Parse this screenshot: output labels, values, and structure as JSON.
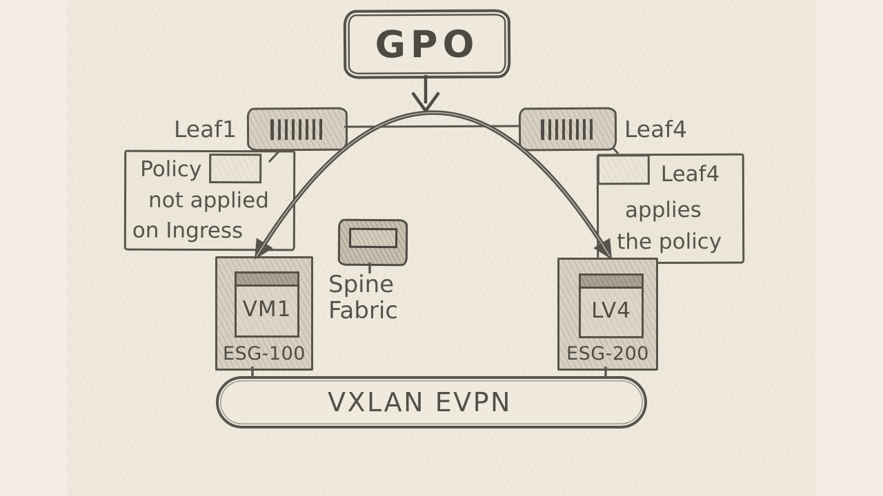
{
  "diagram": {
    "gpo": {
      "label": "GPO"
    },
    "leaf1": {
      "label": "Leaf1"
    },
    "leaf4": {
      "label": "Leaf4"
    },
    "left_note": {
      "lines": [
        "Policy",
        "not applied",
        "on Ingress"
      ]
    },
    "right_note": {
      "lines": [
        "Leaf4",
        "applies",
        "the policy"
      ]
    },
    "spine": {
      "line1": "Spine",
      "line2": "Fabric"
    },
    "endpoint_left": {
      "name": "VM1",
      "group": "ESG-100"
    },
    "endpoint_right": {
      "name": "LV4",
      "group": "ESG-200"
    },
    "fabric_bar": {
      "label": "VXLAN EVPN"
    },
    "icons": [
      "switch-ports-icon",
      "switch-ports-icon",
      "spine-module-icon",
      "down-arrow-icon",
      "arc-arrow-icon"
    ],
    "colors": {
      "pencil": "#59544c",
      "paper": "#efe9dd",
      "margin": "#f4ede7",
      "shade": "#d8d1c3"
    }
  }
}
